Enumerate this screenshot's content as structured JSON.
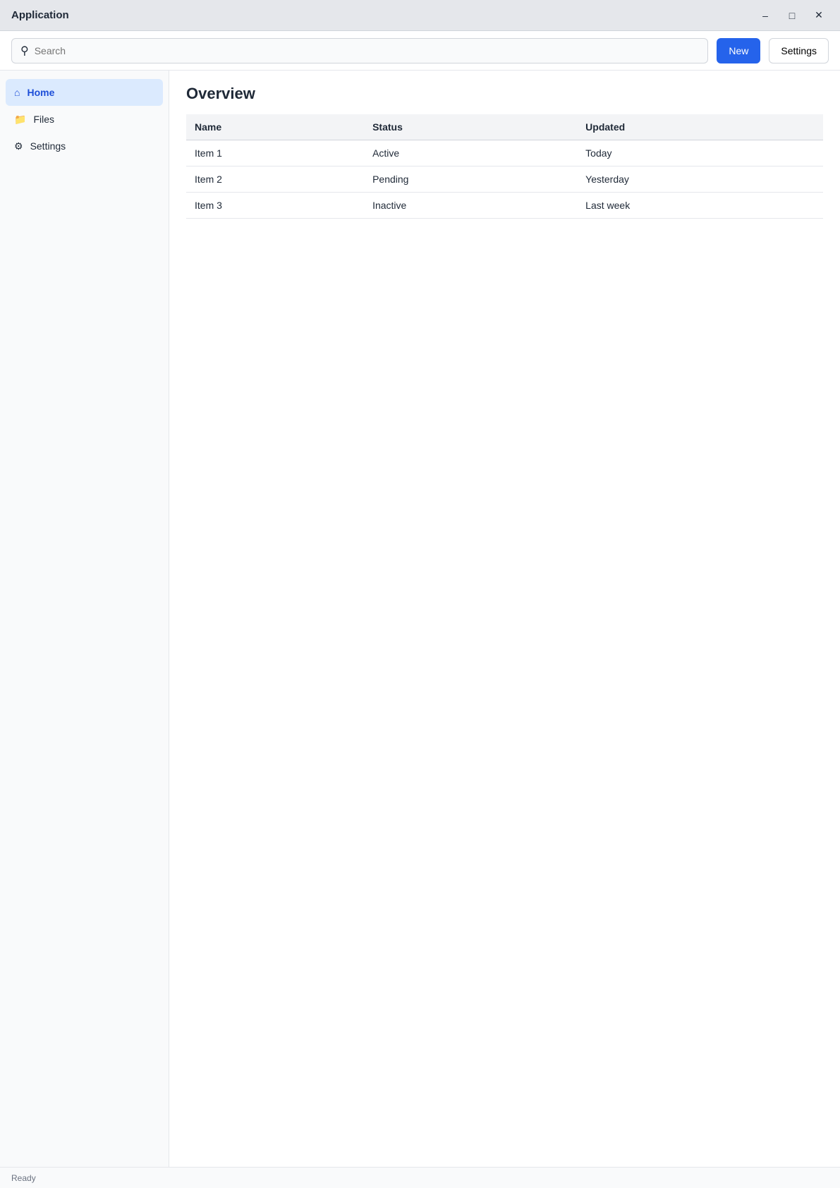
{
  "window": {
    "title": "Application"
  },
  "toolbar": {
    "search_placeholder": "Search",
    "new_label": "New",
    "settings_label": "Settings"
  },
  "sidebar": {
    "items": [
      {
        "label": "Home",
        "icon": "home-icon"
      },
      {
        "label": "Files",
        "icon": "folder-icon"
      },
      {
        "label": "Settings",
        "icon": "gear-icon"
      }
    ]
  },
  "main": {
    "title": "Overview",
    "columns": [
      "Name",
      "Status",
      "Updated"
    ],
    "rows": [
      [
        "Item 1",
        "Active",
        "Today"
      ],
      [
        "Item 2",
        "Pending",
        "Yesterday"
      ],
      [
        "Item 3",
        "Inactive",
        "Last week"
      ]
    ]
  },
  "status": {
    "text": "Ready"
  },
  "colors": {
    "accent": "#2563eb"
  }
}
